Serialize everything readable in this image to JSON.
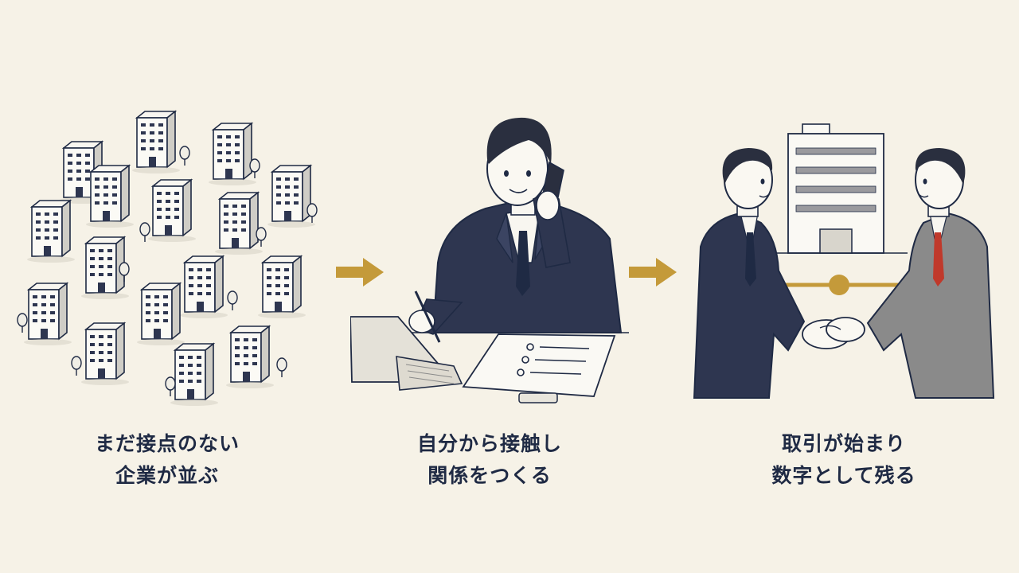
{
  "steps": [
    {
      "caption_line1": "まだ接点のない",
      "caption_line2": "企業が並ぶ"
    },
    {
      "caption_line1": "自分から接触し",
      "caption_line2": "関係をつくる"
    },
    {
      "caption_line1": "取引が始まり",
      "caption_line2": "数字として残る"
    }
  ],
  "colors": {
    "background": "#f6f2e7",
    "ink": "#1f2a44",
    "accent_gold": "#c49a3a",
    "suit_navy": "#2e3650",
    "suit_gray": "#8a8a8a",
    "tie_red": "#c0392b"
  },
  "icons": [
    "building-icon",
    "tree-icon",
    "arrow-right-icon",
    "phone-icon",
    "laptop-icon",
    "clipboard-icon",
    "handshake-icon",
    "office-building-icon"
  ]
}
